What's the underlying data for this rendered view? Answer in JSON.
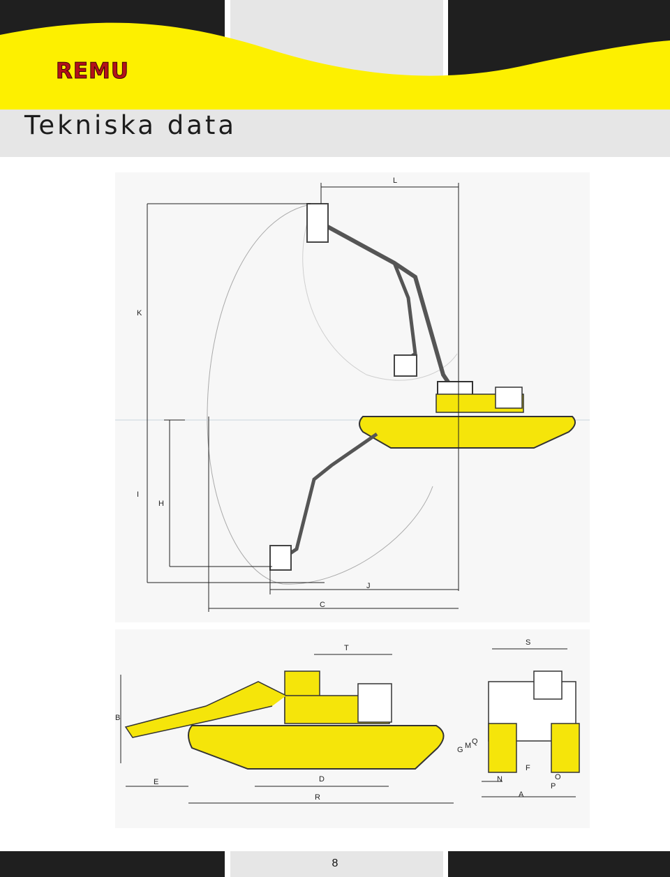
{
  "brand": {
    "logo": "REMU"
  },
  "page": {
    "title": "Tekniska data",
    "number": "8"
  },
  "colors": {
    "machine_yellow": "#f5e50a",
    "header_yellow": "#fdf000",
    "dark": "#1f1f1f",
    "logo_red": "#b3121a"
  },
  "dimensions_top": {
    "L": "L",
    "K": "K",
    "I": "I",
    "H": "H",
    "J": "J",
    "C": "C"
  },
  "dimensions_bottom": {
    "T": "T",
    "S": "S",
    "B": "B",
    "G": "G",
    "M": "M",
    "Q": "Q",
    "F": "F",
    "E": "E",
    "D": "D",
    "R": "R",
    "N": "N",
    "O": "O",
    "P": "P",
    "A": "A"
  }
}
